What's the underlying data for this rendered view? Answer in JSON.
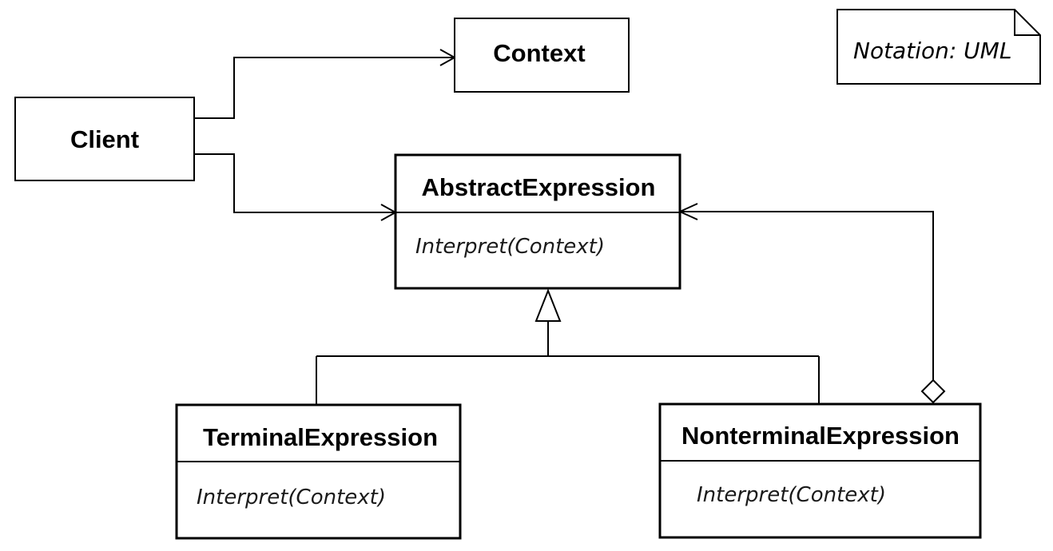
{
  "classes": {
    "context": {
      "name": "Context"
    },
    "client": {
      "name": "Client"
    },
    "abstract_expression": {
      "name": "AbstractExpression",
      "operation": "Interpret(Context)"
    },
    "terminal_expression": {
      "name": "TerminalExpression",
      "operation": "Interpret(Context)"
    },
    "nonterminal_expression": {
      "name": "NonterminalExpression",
      "operation": "Interpret(Context)"
    }
  },
  "note": {
    "text": "Notation: UML"
  }
}
